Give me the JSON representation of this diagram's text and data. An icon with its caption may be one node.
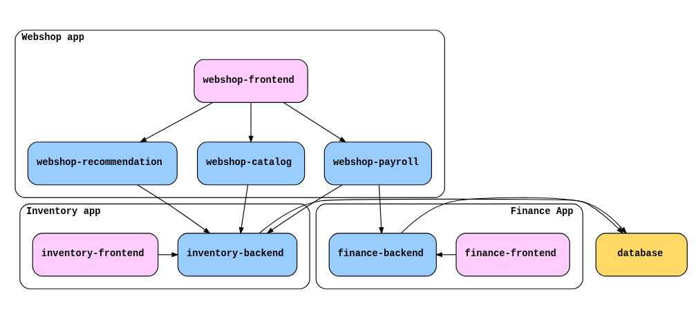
{
  "diagram": {
    "nodes": [
      {
        "text": [
          "Webshop app"
        ]
      },
      {
        "text": [
          "webshop-frontend"
        ],
        "in": 0
      },
      {
        "text": [
          "webshop-recommendation"
        ],
        "in": 0
      },
      {
        "text": [
          "webshop-catalog"
        ],
        "in": 0
      },
      {
        "text": [
          "webshop-payroll"
        ],
        "in": 0
      },
      {
        "text": [
          "Inventory app"
        ]
      },
      {
        "text": [
          "inventory-frontend"
        ],
        "in": 5
      },
      {
        "text": [
          "inventory-backend"
        ],
        "in": 5
      },
      {
        "text": [
          "database"
        ]
      },
      {
        "text": [
          "Finance App"
        ]
      },
      {
        "text": [
          "finance-backend"
        ],
        "in": 9
      },
      {
        "text": [
          "finance-frontend"
        ],
        "in": 9
      }
    ],
    "edges": [
      {
        "from": 1,
        "to": 2,
        "arrow": "to"
      },
      {
        "from": 1,
        "to": 3,
        "arrow": "to"
      },
      {
        "from": 1,
        "to": 4,
        "arrow": "to"
      },
      {
        "from": 2,
        "to": 7,
        "arrow": "to"
      },
      {
        "from": 3,
        "to": 7,
        "arrow": "to"
      },
      {
        "from": 4,
        "to": 7,
        "arrow": "to"
      },
      {
        "from": 4,
        "to": 10,
        "arrow": "to"
      },
      {
        "from": 6,
        "to": 7,
        "arrow": "to"
      },
      {
        "from": 7,
        "to": 8,
        "arrow": "to"
      },
      {
        "from": 10,
        "to": 8,
        "arrow": "to"
      },
      {
        "from": 11,
        "to": 10,
        "arrow": "to"
      }
    ]
  }
}
